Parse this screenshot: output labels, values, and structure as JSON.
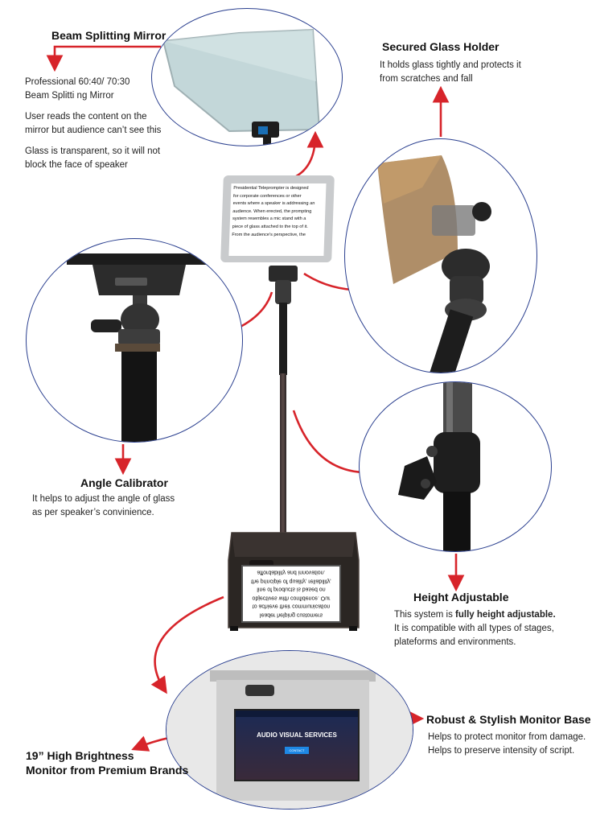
{
  "beam_mirror": {
    "heading": "Beam Splitting Mirror",
    "line1": "Professional 60:40/ 70:30",
    "line2": "Beam Splitti  ng Mirror",
    "line3": "User reads the content on the",
    "line4": "mirror but audience can’t see this",
    "line5": "Glass is transparent, so it will not",
    "line6": "block the face of speaker"
  },
  "glass_holder": {
    "heading": "Secured Glass Holder",
    "line1": "It holds glass tightly and protects it",
    "line2": "from scratches and fall"
  },
  "angle_calibrator": {
    "heading": "Angle Calibrator",
    "line1": "It helps to adjust the angle of glass",
    "line2": "as per speaker’s convinience."
  },
  "height": {
    "heading": "Height Adjustable",
    "line1_prefix": "This system is ",
    "line1_bold": "fully height adjustable.",
    "line2": "It is compatible with all types of stages,",
    "line3": "plateforms and environments."
  },
  "monitor_base": {
    "heading": "Robust & Stylish Monitor Base",
    "line1": "Helps to protect monitor from damage.",
    "line2": "Helps to preserve intensity of script."
  },
  "monitor": {
    "heading_line1": "19” High Brightness",
    "heading_line2": "Monitor from Premium Brands"
  },
  "prompter_glass_text": [
    "Presidential Teleprompter is designed",
    "for corporate conferences or other",
    "events where a speaker is addressing an",
    "audience. When erected, the prompting",
    "system resembles a mic stand with a",
    "piece of glass attached to the top of it.",
    "From the audience's perspective, the"
  ],
  "monitor_mirrored_text": [
    "leader helping customers",
    "to achieve their communication",
    "objectives with confidence. Our",
    "line of products is based on",
    "the principle of quality, reliability,",
    "affordability and innovation."
  ],
  "website": {
    "title": "AUDIO VISUAL SERVICES",
    "button": "CONTACT"
  },
  "colors": {
    "arrow": "#d7242a",
    "circle_border": "#2a3f8f",
    "stand": "#1c1c1c"
  }
}
